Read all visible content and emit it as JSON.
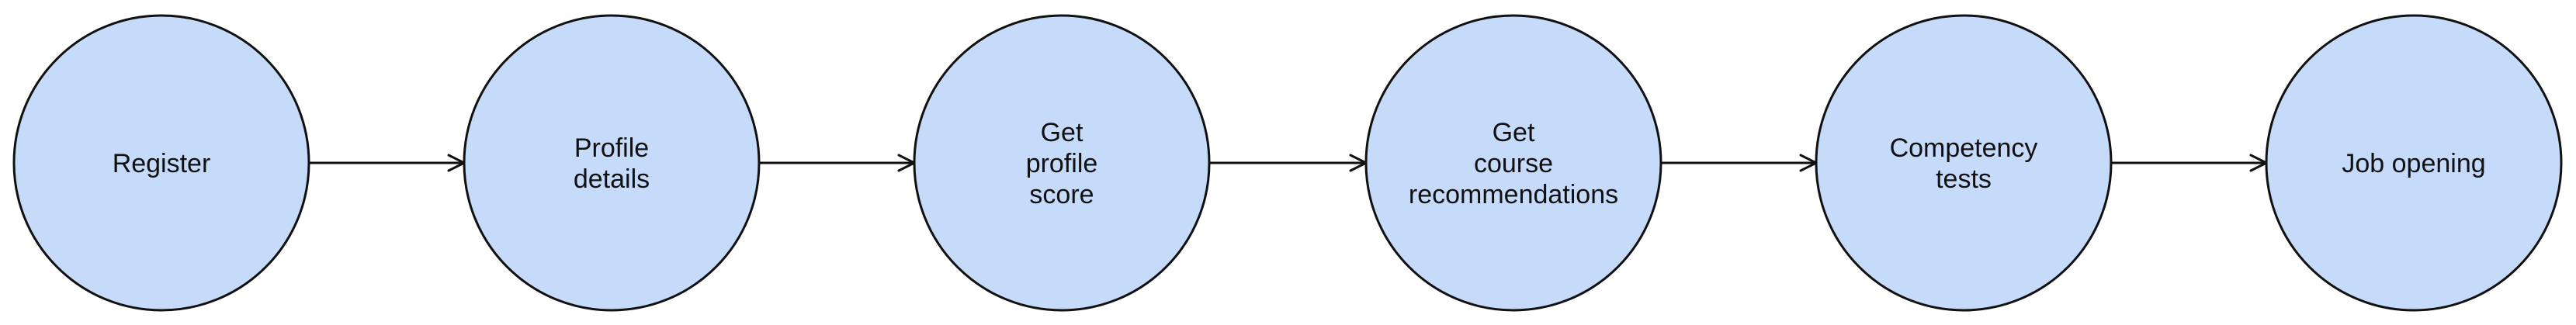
{
  "diagram": {
    "node_fill": "#c6dafa",
    "node_stroke": "#111111",
    "connector_color": "#111111",
    "nodes": [
      {
        "label_lines": [
          "Register"
        ]
      },
      {
        "label_lines": [
          "Profile",
          "details"
        ]
      },
      {
        "label_lines": [
          "Get",
          "profile",
          "score"
        ]
      },
      {
        "label_lines": [
          "Get",
          "course",
          "recommendations"
        ]
      },
      {
        "label_lines": [
          "Competency",
          "tests"
        ]
      },
      {
        "label_lines": [
          "Job opening"
        ]
      }
    ],
    "edges": [
      {
        "from": 0,
        "to": 1
      },
      {
        "from": 1,
        "to": 2
      },
      {
        "from": 2,
        "to": 3
      },
      {
        "from": 3,
        "to": 4
      },
      {
        "from": 4,
        "to": 5
      }
    ]
  }
}
